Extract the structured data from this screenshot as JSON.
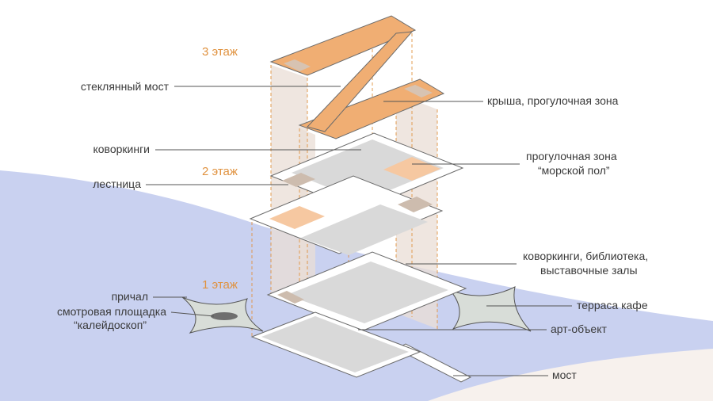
{
  "colors": {
    "water": "#c9d1f0",
    "sand": "#f7f1ed",
    "roof": "#f0ae73",
    "accent": "#e0923f",
    "terrace": "#d8ddd8"
  },
  "floors": {
    "floor3": "3 этаж",
    "floor2": "2 этаж",
    "floor1": "1 этаж"
  },
  "labels_left": {
    "glass_bridge": "стеклянный мост",
    "coworking": "коворкинги",
    "stairs": "лестница",
    "pier": "причал",
    "viewpoint_line1": "смотровая площадка",
    "viewpoint_line2": "“калейдоскоп”"
  },
  "labels_right": {
    "roof": "крыша, прогулочная зона",
    "promenade_line1": "прогулочная зона",
    "promenade_line2": "“морской пол”",
    "coworking_lib_line1": "коворкинги, библиотека,",
    "coworking_lib_line2": "выставочные залы",
    "cafe_terrace": "терраса кафе",
    "art_object": "арт-объект",
    "bridge": "мост"
  }
}
